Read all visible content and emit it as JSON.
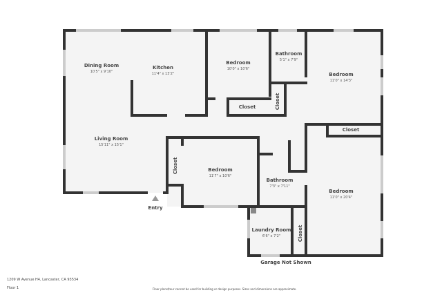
{
  "floorplan": {
    "rooms": [
      {
        "name": "Dining Room",
        "dims": "10'5\" x 9'10\""
      },
      {
        "name": "Kitchen",
        "dims": "11'4\" x 13'2\""
      },
      {
        "name": "Bedroom",
        "dims": "10'0\" x 10'6\""
      },
      {
        "name": "Bathroom",
        "dims": "5'1\" x 7'9\""
      },
      {
        "name": "Bedroom",
        "dims": "11'0\" x 14'3\""
      },
      {
        "name": "Living Room",
        "dims": "15'11\" x 15'1\""
      },
      {
        "name": "Bedroom",
        "dims": "11'7\" x 10'6\""
      },
      {
        "name": "Bathroom",
        "dims": "7'3\" x 7'11\""
      },
      {
        "name": "Bedroom",
        "dims": "11'0\" x 20'4\""
      },
      {
        "name": "Laundry Room",
        "dims": "6'6\" x 7'2\""
      }
    ],
    "closets": [
      "Closet",
      "Closet",
      "Closet",
      "Closet",
      "Closet"
    ],
    "entry_label": "Entry",
    "garage_note": "Garage Not Shown"
  },
  "footer": {
    "address": "1209 W Avenue H4, Lancaster, CA 93534",
    "floor": "Floor 1",
    "disclaimer": "Floor plans/tour cannot be used for building or design purposes. Sizes and dimensions are approximate."
  },
  "colors": {
    "wall": "#333333",
    "floor": "#f4f4f4",
    "window": "#cccccc"
  }
}
